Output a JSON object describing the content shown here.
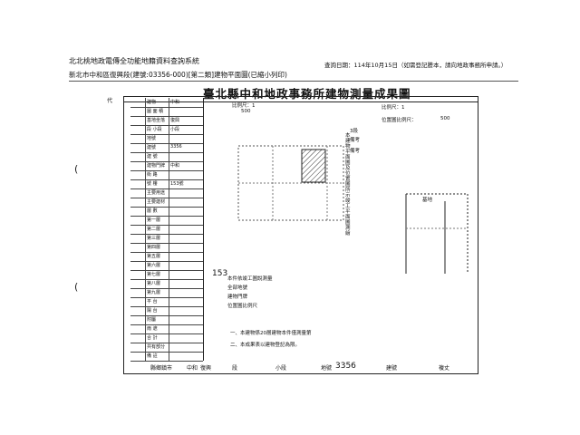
{
  "header": {
    "system_title": "北北桃地政電傳全功能地籍資料查詢系統",
    "query_date": "查詢日期：114年10月15日（如需登記謄本，請向地政事務所申請。）",
    "sub_title": "新北市中和區復興段(建號:03356-000)[第二類]建物平面圖(已縮小列印)"
  },
  "doc": {
    "title": "臺北縣中和地政事務所建物測量成果圖",
    "scale_label": "比例尺：1",
    "scale_value": "500",
    "left_side": "代",
    "vertical_note": "本建物平面圖及位置圖所示竣工平面圖測繪",
    "bottom_notes": [
      "一、本建物係20層建物本件僅測量第",
      "二、本成果表以建物登記為限。"
    ],
    "middle_notes": [
      "153",
      "本件依竣工圖說測量",
      "全部地號",
      "建物門牌",
      "位置圖比例尺"
    ]
  },
  "left_table": [
    {
      "label": "建物",
      "value": "中和"
    },
    {
      "label": "圖 面 積",
      "value": ""
    },
    {
      "label": "基地坐落",
      "value": "復興"
    },
    {
      "label": "段 小段",
      "value": "小段"
    },
    {
      "label": "地號",
      "value": ""
    },
    {
      "label": "建號",
      "value": "3356"
    },
    {
      "label": "建 號",
      "value": ""
    },
    {
      "label": "建物門牌",
      "value": "中和"
    },
    {
      "label": "街 路",
      "value": ""
    },
    {
      "label": "號 樓",
      "value": "153號"
    },
    {
      "label": "主要用途",
      "value": ""
    },
    {
      "label": "主要建材",
      "value": ""
    },
    {
      "label": "層 數",
      "value": ""
    },
    {
      "label": "第一層",
      "value": ""
    },
    {
      "label": "第二層",
      "value": ""
    },
    {
      "label": "第三層",
      "value": ""
    },
    {
      "label": "第四層",
      "value": ""
    },
    {
      "label": "第五層",
      "value": ""
    },
    {
      "label": "第六層",
      "value": ""
    },
    {
      "label": "第七層",
      "value": ""
    },
    {
      "label": "第八層",
      "value": ""
    },
    {
      "label": "第九層",
      "value": ""
    },
    {
      "label": "平 台",
      "value": ""
    },
    {
      "label": "陽 台",
      "value": ""
    },
    {
      "label": "附屬",
      "value": ""
    },
    {
      "label": "雨 遮",
      "value": ""
    },
    {
      "label": "合 計",
      "value": ""
    },
    {
      "label": "共有部分",
      "value": ""
    },
    {
      "label": "備 註",
      "value": ""
    }
  ],
  "right_info": {
    "scale_1": "比例尺：1",
    "scale_1_val": "500",
    "pos_scale": "位置圖比例尺：",
    "lines": [
      "3段",
      "備考",
      "備考"
    ],
    "plan_label": "基地"
  },
  "bottom_row": {
    "place": "縣鄉鎮市",
    "district": "中和",
    "village": "復興",
    "section": "段",
    "subsection": "小段",
    "lot": "地號",
    "bldg_no": "3356",
    "bldg": "建號",
    "owner": "複丈"
  }
}
